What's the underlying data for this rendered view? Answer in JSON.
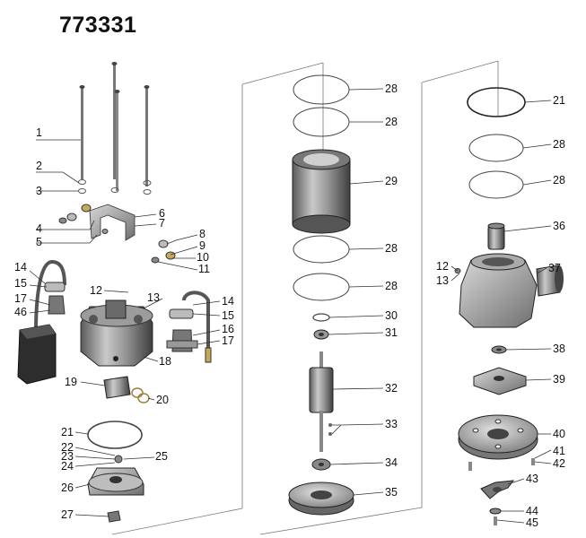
{
  "model": "773331",
  "labels": [
    {
      "id": "l1",
      "text": "1"
    },
    {
      "id": "l2",
      "text": "2"
    },
    {
      "id": "l3",
      "text": "3"
    },
    {
      "id": "l4",
      "text": "4"
    },
    {
      "id": "l5",
      "text": "5"
    },
    {
      "id": "l6",
      "text": "6"
    },
    {
      "id": "l7",
      "text": "7"
    },
    {
      "id": "l8",
      "text": "8"
    },
    {
      "id": "l9",
      "text": "9"
    },
    {
      "id": "l10",
      "text": "10"
    },
    {
      "id": "l11",
      "text": "11"
    },
    {
      "id": "l12a",
      "text": "12"
    },
    {
      "id": "l13a",
      "text": "13"
    },
    {
      "id": "l14a",
      "text": "14"
    },
    {
      "id": "l15a",
      "text": "15"
    },
    {
      "id": "l17a",
      "text": "17"
    },
    {
      "id": "l46",
      "text": "46"
    },
    {
      "id": "l14b",
      "text": "14"
    },
    {
      "id": "l15b",
      "text": "15"
    },
    {
      "id": "l16",
      "text": "16"
    },
    {
      "id": "l17b",
      "text": "17"
    },
    {
      "id": "l18",
      "text": "18"
    },
    {
      "id": "l19",
      "text": "19"
    },
    {
      "id": "l20",
      "text": "20"
    },
    {
      "id": "l21a",
      "text": "21"
    },
    {
      "id": "l22",
      "text": "22"
    },
    {
      "id": "l23",
      "text": "23"
    },
    {
      "id": "l24",
      "text": "24"
    },
    {
      "id": "l25",
      "text": "25"
    },
    {
      "id": "l26",
      "text": "26"
    },
    {
      "id": "l27",
      "text": "27"
    },
    {
      "id": "l28a",
      "text": "28"
    },
    {
      "id": "l28b",
      "text": "28"
    },
    {
      "id": "l29",
      "text": "29"
    },
    {
      "id": "l28c",
      "text": "28"
    },
    {
      "id": "l28d",
      "text": "28"
    },
    {
      "id": "l30",
      "text": "30"
    },
    {
      "id": "l31",
      "text": "31"
    },
    {
      "id": "l32",
      "text": "32"
    },
    {
      "id": "l33",
      "text": "33"
    },
    {
      "id": "l34",
      "text": "34"
    },
    {
      "id": "l35",
      "text": "35"
    },
    {
      "id": "l21b",
      "text": "21"
    },
    {
      "id": "l28e",
      "text": "28"
    },
    {
      "id": "l28f",
      "text": "28"
    },
    {
      "id": "l36",
      "text": "36"
    },
    {
      "id": "l12b",
      "text": "12"
    },
    {
      "id": "l13b",
      "text": "13"
    },
    {
      "id": "l37",
      "text": "37"
    },
    {
      "id": "l38",
      "text": "38"
    },
    {
      "id": "l39",
      "text": "39"
    },
    {
      "id": "l40",
      "text": "40"
    },
    {
      "id": "l41",
      "text": "41"
    },
    {
      "id": "l42",
      "text": "42"
    },
    {
      "id": "l43",
      "text": "43"
    },
    {
      "id": "l44",
      "text": "44"
    },
    {
      "id": "l45",
      "text": "45"
    }
  ]
}
